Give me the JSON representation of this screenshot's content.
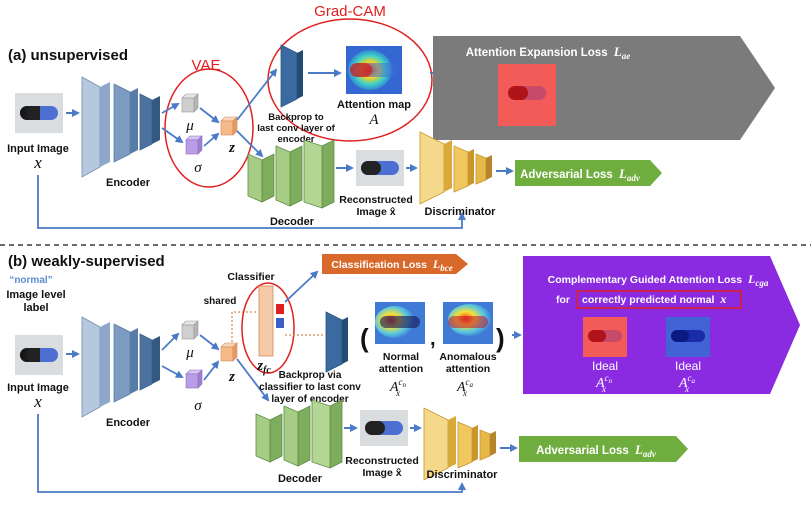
{
  "colors": {
    "encoder": "#5a7fa8",
    "decoder": "#8bb26a",
    "discriminator": "#e0b64a",
    "classifier": "#f6c9a8",
    "vae_circle": "#e02020",
    "gray_banner": "#7b7b7b",
    "green_banner": "#6fad3f",
    "orange_banner": "#d9682b",
    "purple_panel": "#8a2be2",
    "arrow": "#4a7ac8"
  },
  "icons": [
    "capsule-icon",
    "attention-heatmap-icon"
  ],
  "section_a": {
    "title": "(a) unsupervised",
    "gradcam_label": "Grad-CAM",
    "vae_label": "VAE",
    "input_label": "Input Image",
    "input_var": "x",
    "encoder_label": "Encoder",
    "mu": "μ",
    "sigma": "σ",
    "z": "z",
    "backprop_line1": "Backprop to",
    "backprop_line2": "last  conv layer of",
    "backprop_line3": "encoder",
    "attention_map_label": "Attention map",
    "attention_map_var": "A",
    "decoder_label": "Decoder",
    "reconstructed_line1": "Reconstructed",
    "reconstructed_line2": "Image x̂",
    "discriminator_label": "Discriminator",
    "ae_loss_text": "Attention Expansion Loss",
    "ae_loss_sym": "L",
    "ae_loss_sub": "ae",
    "adv_loss_text": "Adversarial Loss",
    "adv_loss_sym": "L",
    "adv_loss_sub": "adv"
  },
  "section_b": {
    "title": "(b) weakly-supervised",
    "normal_quote": "“normal”",
    "image_level_line1": "Image level",
    "image_level_line2": "label",
    "input_label": "Input Image",
    "input_var": "x",
    "encoder_label": "Encoder",
    "mu": "μ",
    "sigma": "σ",
    "z": "z",
    "shared_label": "shared",
    "classifier_label": "Classifier",
    "zfc": "z",
    "zfc_sub": "fc",
    "bce_loss_text": "Classification Loss",
    "bce_loss_sym": "L",
    "bce_loss_sub": "bce",
    "backprop_line1": "Backprop via",
    "backprop_line2": "classifier to last conv",
    "backprop_line3": "layer of encoder",
    "paren_open": "(",
    "comma": ",",
    "paren_close": ")",
    "normal_att_line1": "Normal",
    "normal_att_line2": "attention",
    "anom_att_line1": "Anomalous",
    "anom_att_line2": "attention",
    "att_var_a": "A",
    "att_sub_x": "x",
    "att_sup_cn": "c",
    "att_sup_cn_sub": "n",
    "att_sup_ca": "c",
    "att_sup_ca_sub": "a",
    "cga_line1": "Complementary Guided Attention Loss",
    "cga_sym": "L",
    "cga_sub": "cga",
    "cga_line2_pre": "for",
    "cga_line2_box": "correctly predicted normal",
    "cga_line2_var": "x",
    "ideal_label": "Ideal",
    "decoder_label": "Decoder",
    "reconstructed_line1": "Reconstructed",
    "reconstructed_line2": "Image x̂",
    "discriminator_label": "Discriminator",
    "adv_loss_text": "Adversarial Loss",
    "adv_loss_sym": "L",
    "adv_loss_sub": "adv"
  }
}
